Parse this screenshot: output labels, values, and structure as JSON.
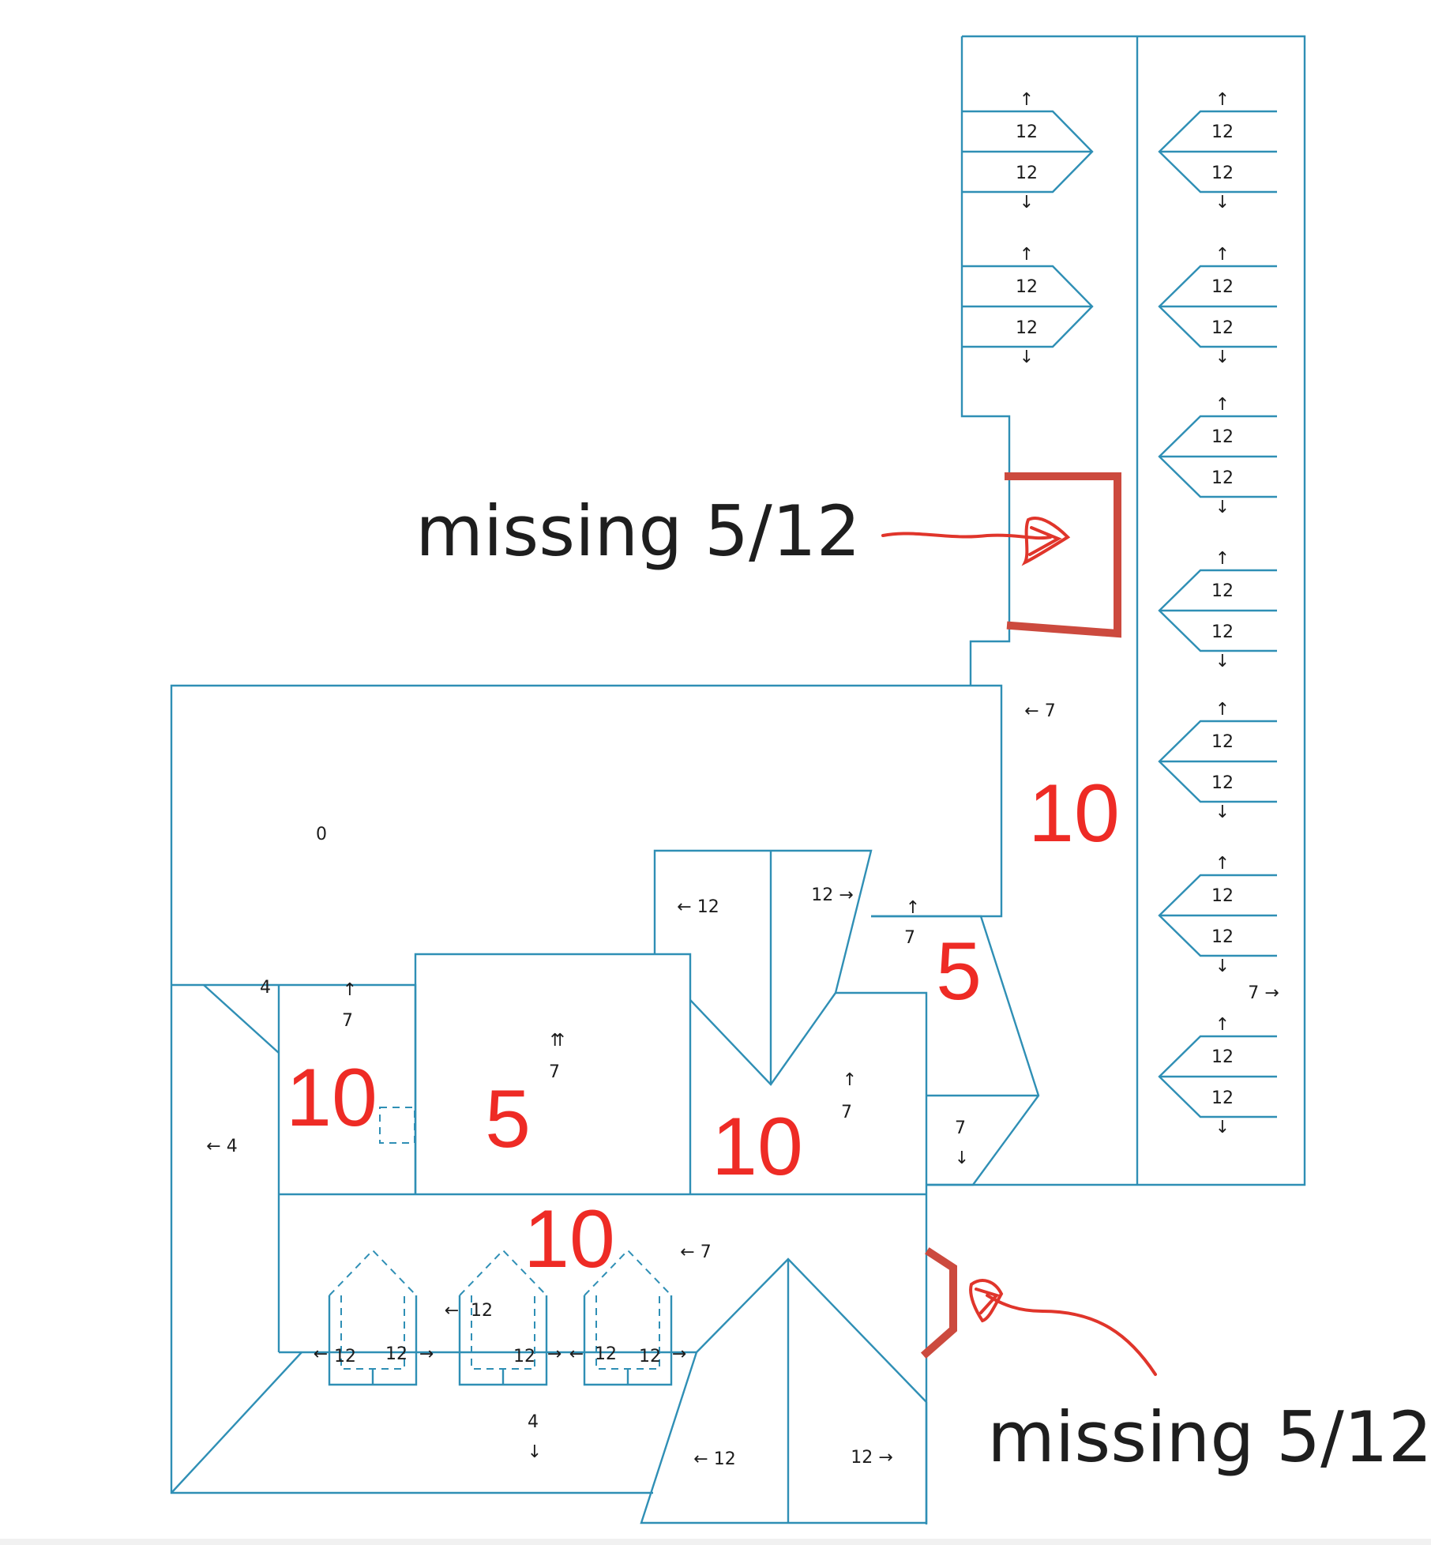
{
  "diagram": {
    "line_color": "#2f8fb5",
    "marker_color": "#cc4a3e",
    "ink_color": "#e0352b",
    "annotations": [
      {
        "id": "top",
        "text": "missing 5/12"
      },
      {
        "id": "bottom",
        "text": "missing 5/12"
      }
    ],
    "right_wing_pitches": {
      "panel_value": "12",
      "panel_count_left": 2,
      "panel_count_right": 7
    },
    "labels": {
      "wing_corridor": "← 7",
      "wing_east": "7 →",
      "main_flat": "0",
      "center_left_gable": "← 12",
      "center_right_gable": "12 →",
      "step_up": "7",
      "left_corner": "4",
      "left_up": "7",
      "left_west": "← 4",
      "center_double_up": "7",
      "center_right_up": "7",
      "right_low_down": "7",
      "lower_west": "← 7",
      "dormer_1_left": "12",
      "dormer_1_right": "12",
      "dormer_2_top": "12",
      "dormer_2_right": "12",
      "dormer_3_left": "12",
      "dormer_3_right": "12",
      "bottom_down": "4",
      "bottom_gable_left": "← 12",
      "bottom_gable_right": "12 →"
    },
    "big_labels": {
      "wing_pitch": "10",
      "step_pitch": "5",
      "left_pitch": "10",
      "center_pitch": "5",
      "center_right_pitch": "10",
      "lower_pitch": "10"
    }
  }
}
